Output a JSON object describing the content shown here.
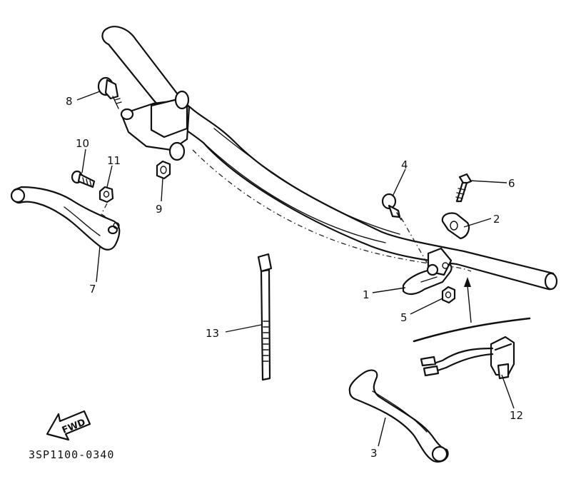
{
  "callouts": {
    "p1": "1",
    "p2": "2",
    "p3": "3",
    "p4": "4",
    "p5": "5",
    "p6": "6",
    "p7": "7",
    "p8": "8",
    "p9": "9",
    "p10": "10",
    "p11": "11",
    "p12": "12",
    "p13": "13"
  },
  "fwd_label": "FWD",
  "diagram_code": "3SP1100-0340"
}
